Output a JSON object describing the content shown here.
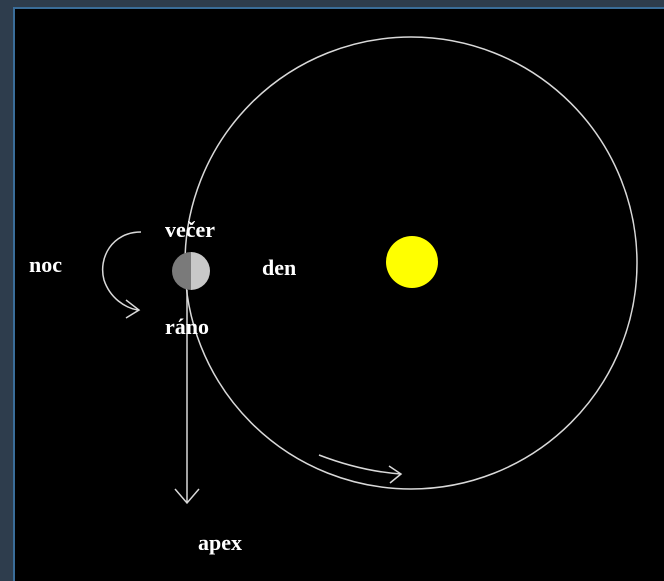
{
  "labels": {
    "night": "noc",
    "evening": "večer",
    "day": "den",
    "morning": "ráno",
    "apex": "apex"
  },
  "colors": {
    "background": "#000000",
    "orbit": "#d9d9d9",
    "sun": "#ffff00",
    "earth_day": "#c8c8c8",
    "earth_night": "#7a7a7a",
    "text": "#ffffff",
    "frame_border": "#3a6d99"
  },
  "icons": {
    "rotation": "curved-arrow-rotation-icon",
    "orbit_direction": "curved-arrow-orbit-icon",
    "apex_direction": "arrow-down-icon"
  }
}
